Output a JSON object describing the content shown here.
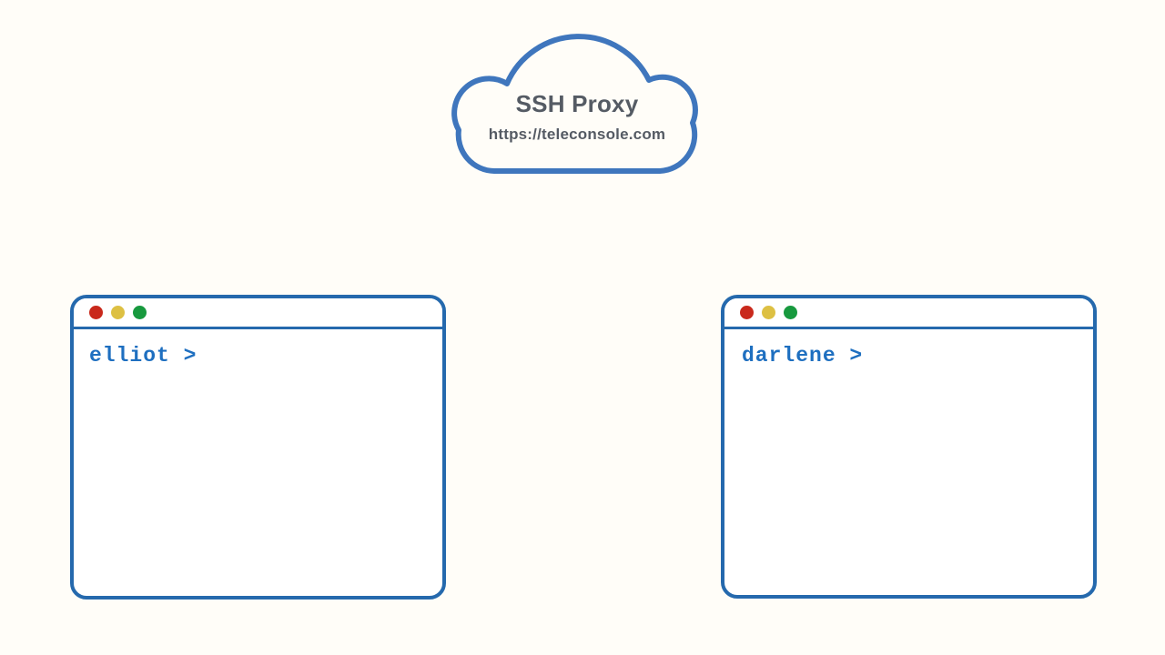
{
  "page": {
    "background_color": "#fffdf8"
  },
  "cloud": {
    "title": "SSH Proxy",
    "url": "https://teleconsole.com",
    "stroke_color": "#3f76bd",
    "text_color": "#555b64"
  },
  "terminals": [
    {
      "name": "elliot",
      "prompt": "elliot >"
    },
    {
      "name": "darlene",
      "prompt": "darlene >"
    }
  ],
  "window_controls": {
    "close_color": "#c9291c",
    "minimize_color": "#ddc043",
    "zoom_color": "#17993e"
  },
  "accent": {
    "window_border_color": "#2569ad",
    "prompt_text_color": "#1e6fc0"
  }
}
